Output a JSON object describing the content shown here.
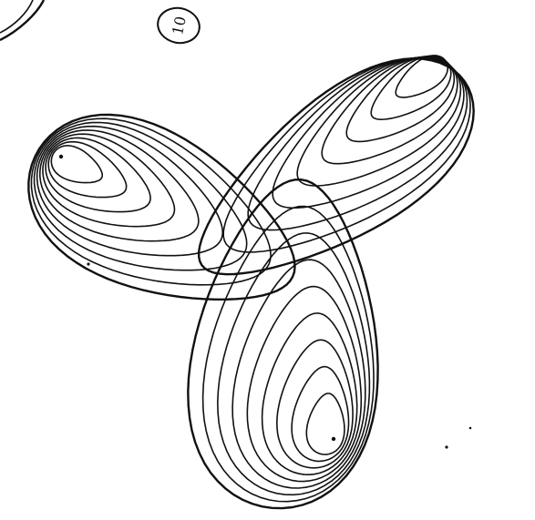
{
  "figure": {
    "number_label": "10",
    "ink_color": "#111111",
    "background_color": "#ffffff",
    "lobes": [
      {
        "name": "left",
        "direction_deg": 205,
        "ring_count": 9
      },
      {
        "name": "top-right",
        "direction_deg": 325,
        "ring_count": 9
      },
      {
        "name": "bottom",
        "direction_deg": 95,
        "ring_count": 9
      }
    ]
  }
}
